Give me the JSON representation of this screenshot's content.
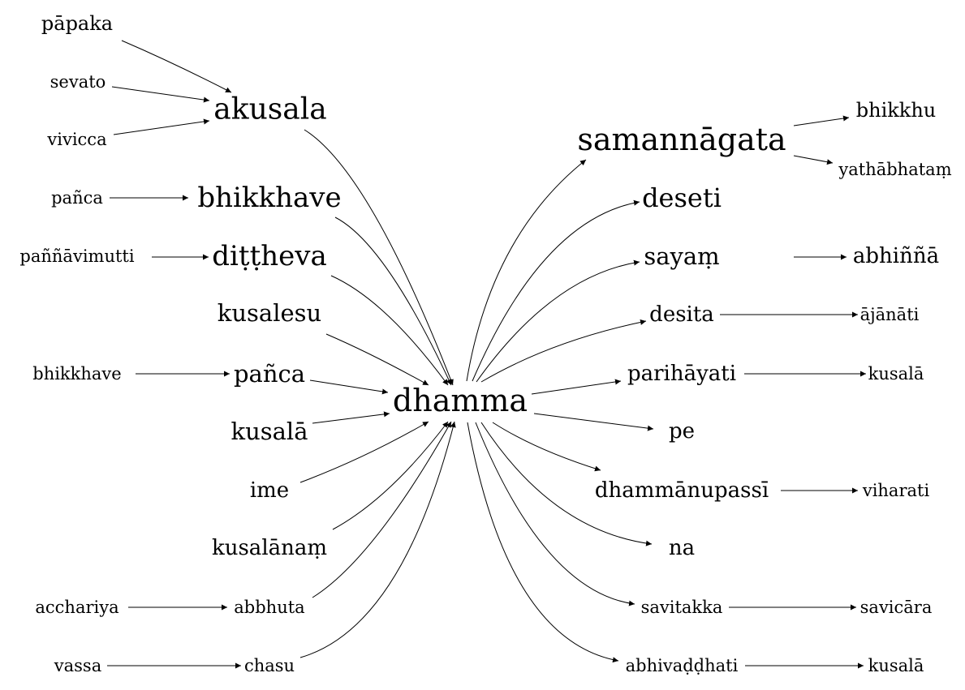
{
  "nodes": [
    {
      "id": "dhamma",
      "label": "dhamma"
    },
    {
      "id": "akusala",
      "label": "akusala"
    },
    {
      "id": "papaka",
      "label": "pāpaka"
    },
    {
      "id": "sevato",
      "label": "sevato"
    },
    {
      "id": "vivicca",
      "label": "vivicca"
    },
    {
      "id": "bhikkhave_big",
      "label": "bhikkhave"
    },
    {
      "id": "panca_small",
      "label": "pañca"
    },
    {
      "id": "dittheva",
      "label": "diṭṭheva"
    },
    {
      "id": "pannavimutti",
      "label": "paññāvimutti"
    },
    {
      "id": "kusalesu",
      "label": "kusalesu"
    },
    {
      "id": "panca",
      "label": "pañca"
    },
    {
      "id": "bhikkhave_small",
      "label": "bhikkhave"
    },
    {
      "id": "kusala_left",
      "label": "kusalā"
    },
    {
      "id": "ime",
      "label": "ime"
    },
    {
      "id": "kusalanam",
      "label": "kusalānaṃ"
    },
    {
      "id": "abbhuta",
      "label": "abbhuta"
    },
    {
      "id": "acchariya",
      "label": "acchariya"
    },
    {
      "id": "chasu",
      "label": "chasu"
    },
    {
      "id": "vassa",
      "label": "vassa"
    },
    {
      "id": "samannagata",
      "label": "samannāgata"
    },
    {
      "id": "bhikkhu",
      "label": "bhikkhu"
    },
    {
      "id": "yathabhatam",
      "label": "yathābhataṃ"
    },
    {
      "id": "deseti",
      "label": "deseti"
    },
    {
      "id": "sayam",
      "label": "sayaṃ"
    },
    {
      "id": "abhinna",
      "label": "abhiññā"
    },
    {
      "id": "desita",
      "label": "desita"
    },
    {
      "id": "ajanati",
      "label": "ājānāti"
    },
    {
      "id": "parihayati",
      "label": "parihāyati"
    },
    {
      "id": "kusala_r1",
      "label": "kusalā"
    },
    {
      "id": "pe",
      "label": "pe"
    },
    {
      "id": "dhammanupassi",
      "label": "dhammānupassī"
    },
    {
      "id": "viharati",
      "label": "viharati"
    },
    {
      "id": "na",
      "label": "na"
    },
    {
      "id": "savitakka",
      "label": "savitakka"
    },
    {
      "id": "savicara",
      "label": "savicāra"
    },
    {
      "id": "abhivaddhati",
      "label": "abhivaḍḍhati"
    },
    {
      "id": "kusala_r2",
      "label": "kusalā"
    }
  ],
  "edges": [
    {
      "from": "papaka",
      "to": "akusala"
    },
    {
      "from": "sevato",
      "to": "akusala"
    },
    {
      "from": "vivicca",
      "to": "akusala"
    },
    {
      "from": "akusala",
      "to": "dhamma"
    },
    {
      "from": "panca_small",
      "to": "bhikkhave_big"
    },
    {
      "from": "bhikkhave_big",
      "to": "dhamma"
    },
    {
      "from": "pannavimutti",
      "to": "dittheva"
    },
    {
      "from": "dittheva",
      "to": "dhamma"
    },
    {
      "from": "kusalesu",
      "to": "dhamma"
    },
    {
      "from": "bhikkhave_small",
      "to": "panca"
    },
    {
      "from": "panca",
      "to": "dhamma"
    },
    {
      "from": "kusala_left",
      "to": "dhamma"
    },
    {
      "from": "ime",
      "to": "dhamma"
    },
    {
      "from": "kusalanam",
      "to": "dhamma"
    },
    {
      "from": "acchariya",
      "to": "abbhuta"
    },
    {
      "from": "abbhuta",
      "to": "dhamma"
    },
    {
      "from": "vassa",
      "to": "chasu"
    },
    {
      "from": "chasu",
      "to": "dhamma"
    },
    {
      "from": "dhamma",
      "to": "samannagata"
    },
    {
      "from": "samannagata",
      "to": "bhikkhu"
    },
    {
      "from": "samannagata",
      "to": "yathabhatam"
    },
    {
      "from": "dhamma",
      "to": "deseti"
    },
    {
      "from": "dhamma",
      "to": "sayam"
    },
    {
      "from": "sayam",
      "to": "abhinna"
    },
    {
      "from": "dhamma",
      "to": "desita"
    },
    {
      "from": "desita",
      "to": "ajanati"
    },
    {
      "from": "dhamma",
      "to": "parihayati"
    },
    {
      "from": "parihayati",
      "to": "kusala_r1"
    },
    {
      "from": "dhamma",
      "to": "pe"
    },
    {
      "from": "dhamma",
      "to": "dhammanupassi"
    },
    {
      "from": "dhammanupassi",
      "to": "viharati"
    },
    {
      "from": "dhamma",
      "to": "na"
    },
    {
      "from": "dhamma",
      "to": "savitakka"
    },
    {
      "from": "savitakka",
      "to": "savicara"
    },
    {
      "from": "dhamma",
      "to": "abhivaddhati"
    },
    {
      "from": "abhivaddhati",
      "to": "kusala_r2"
    }
  ]
}
